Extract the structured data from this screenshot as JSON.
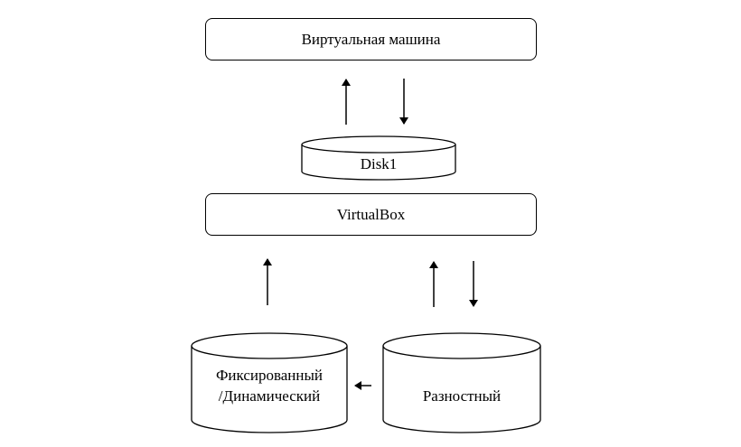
{
  "nodes": {
    "vm": {
      "label": "Виртуальная машина"
    },
    "disk1": {
      "label": "Disk1"
    },
    "virtualbox": {
      "label": "VirtualBox"
    },
    "fixed_dynamic": {
      "line1": "Фиксированный",
      "line2": "/Динамический"
    },
    "differencing": {
      "label": "Разностный"
    }
  },
  "edges": [
    {
      "from": "disk1",
      "to": "vm",
      "direction": "up"
    },
    {
      "from": "vm",
      "to": "disk1",
      "direction": "down"
    },
    {
      "from": "fixed_dynamic",
      "to": "virtualbox",
      "direction": "up"
    },
    {
      "from": "differencing",
      "to": "virtualbox",
      "direction": "up"
    },
    {
      "from": "virtualbox",
      "to": "differencing",
      "direction": "down"
    },
    {
      "from": "differencing",
      "to": "fixed_dynamic",
      "direction": "left"
    }
  ]
}
